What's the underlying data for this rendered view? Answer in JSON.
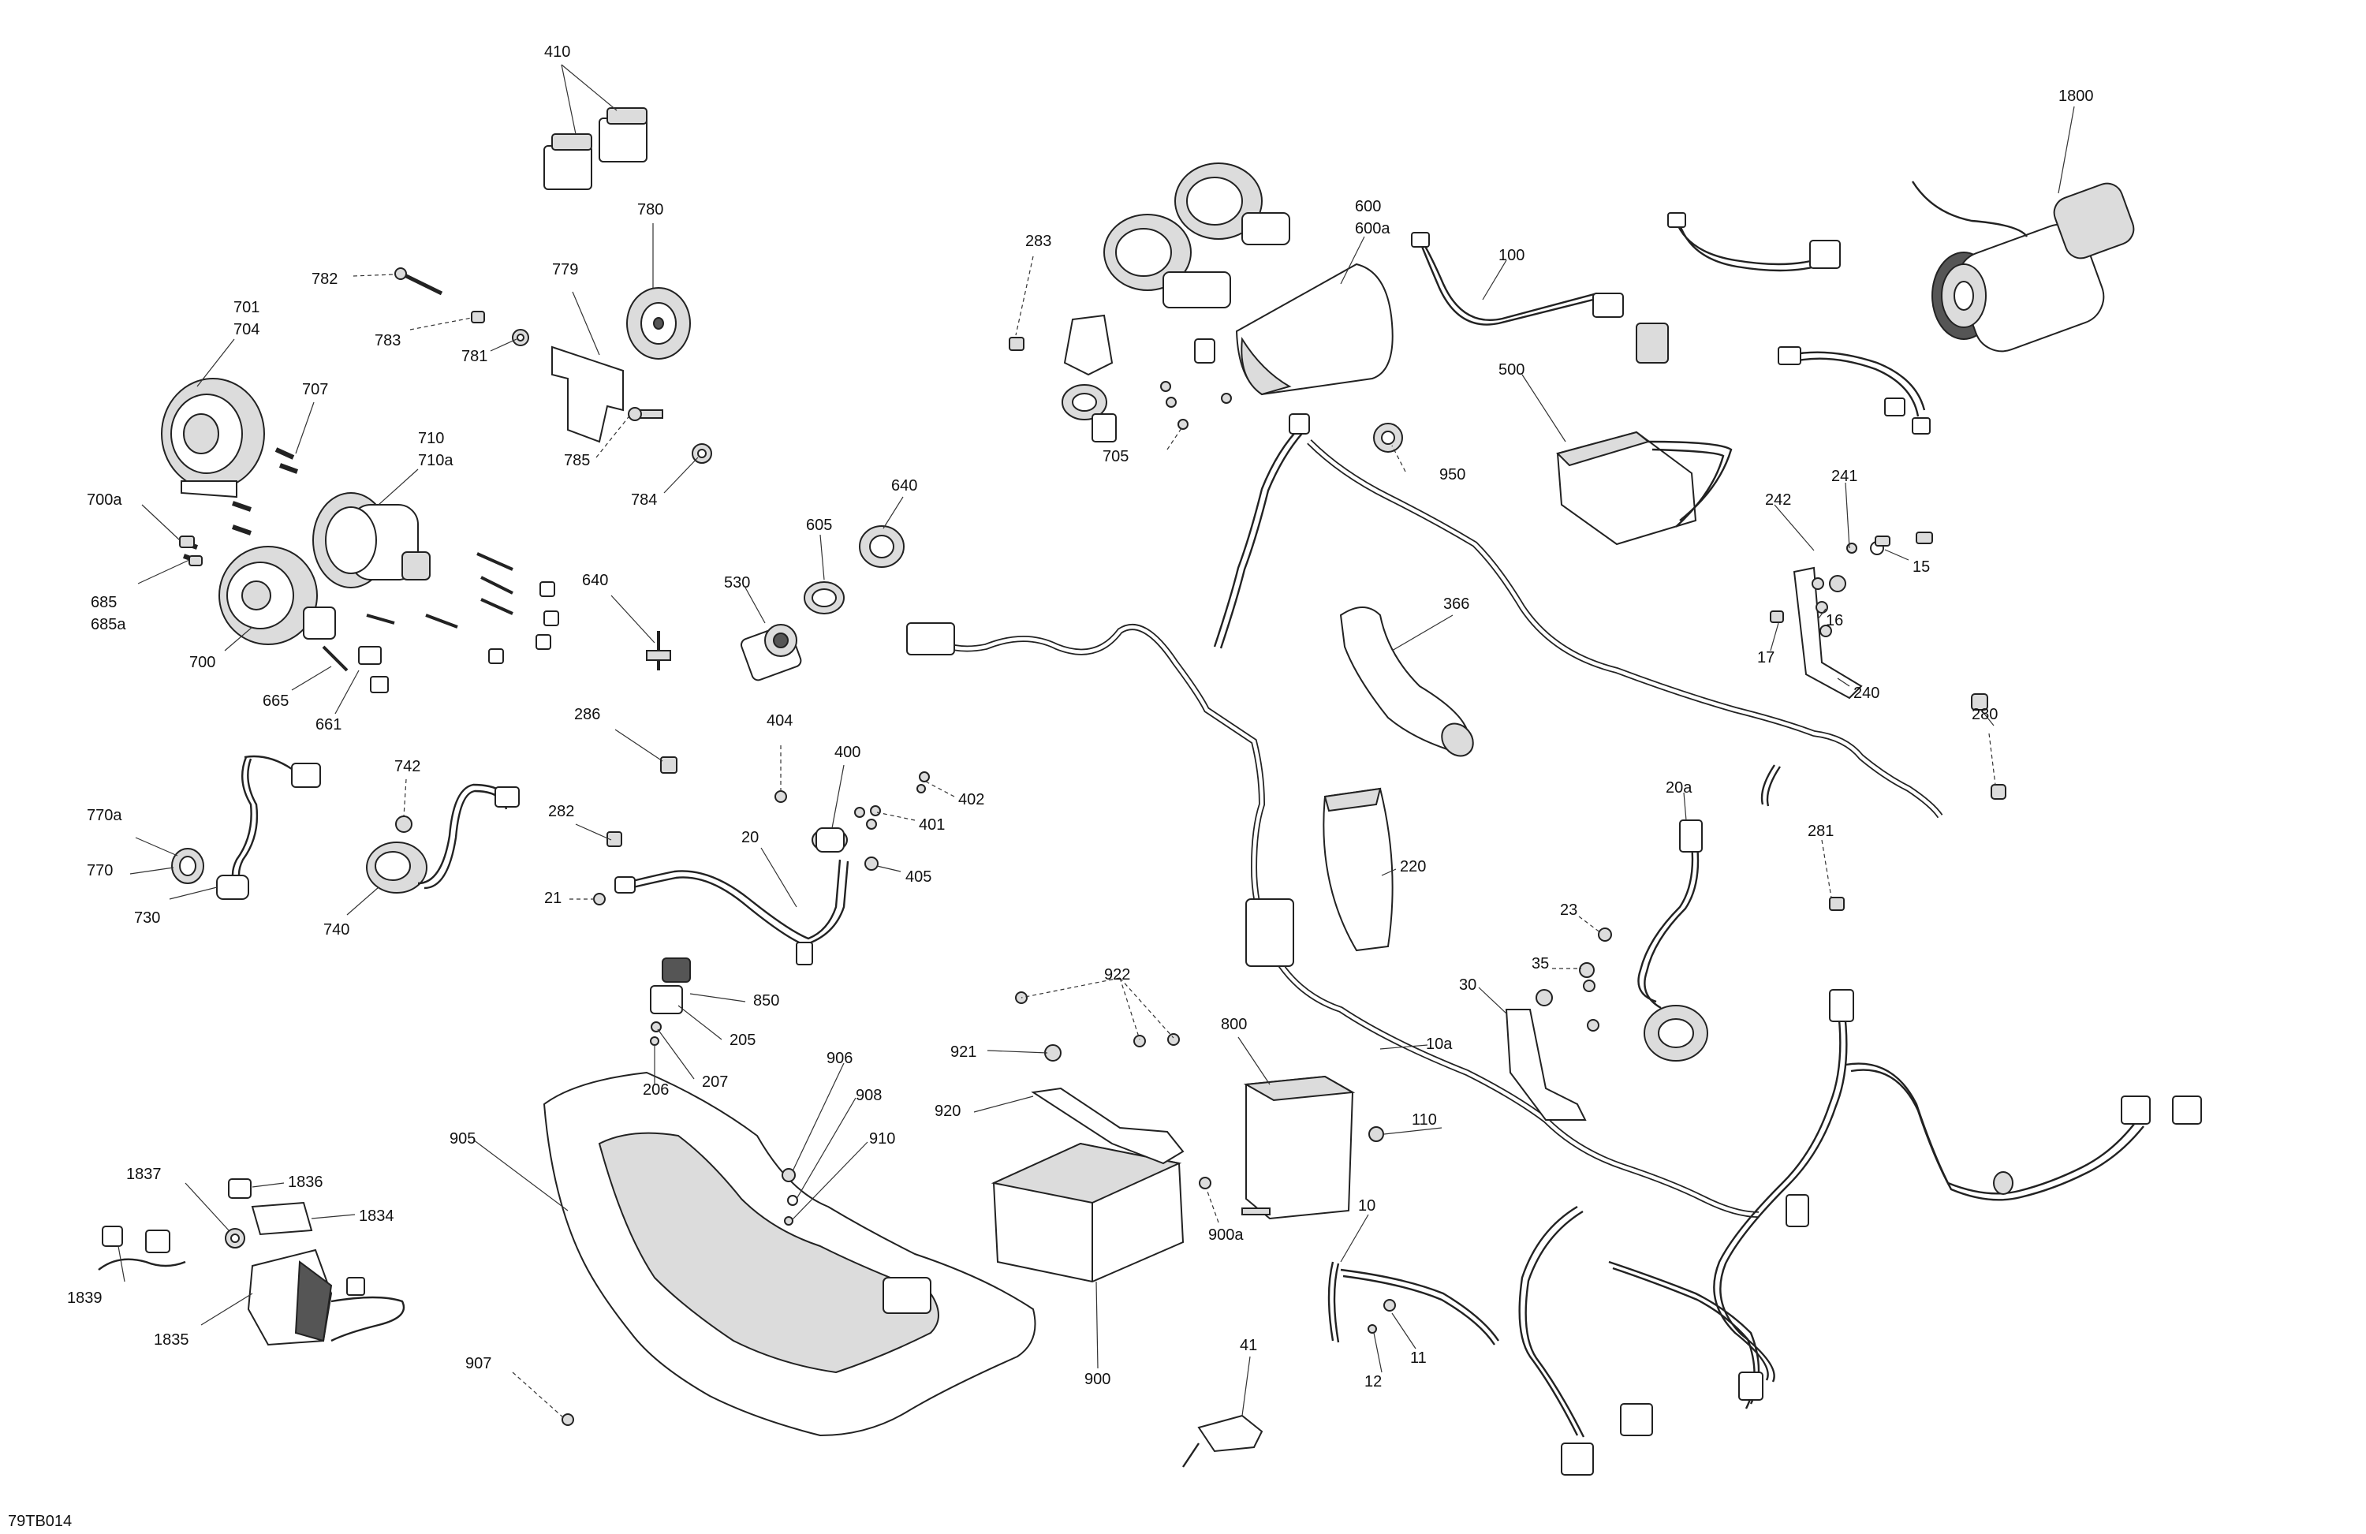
{
  "diagram": {
    "reference_code": "79TB014",
    "callouts": {
      "c410": "410",
      "c780": "780",
      "c779": "779",
      "c782": "782",
      "c783": "783",
      "c781": "781",
      "c785": "785",
      "c784": "784",
      "c701": "701",
      "c704": "704",
      "c707": "707",
      "c710": "710",
      "c710a": "710a",
      "c700a": "700a",
      "c685": "685",
      "c685a": "685a",
      "c700": "700",
      "c665": "665",
      "c661": "661",
      "c640a": "640",
      "c640b": "640",
      "c605": "605",
      "c530": "530",
      "c283": "283",
      "c600": "600",
      "c600a": "600a",
      "c100": "100",
      "c705": "705",
      "c950": "950",
      "c500": "500",
      "c1800": "1800",
      "c241": "241",
      "c242": "242",
      "c15": "15",
      "c16": "16",
      "c17": "17",
      "c240": "240",
      "c280": "280",
      "c366": "366",
      "c286": "286",
      "c404": "404",
      "c400": "400",
      "c402": "402",
      "c401": "401",
      "c405": "405",
      "c282": "282",
      "c20": "20",
      "c21": "21",
      "c742": "742",
      "c770a": "770a",
      "c770": "770",
      "c730": "730",
      "c740": "740",
      "c220": "220",
      "c20a": "20a",
      "c281": "281",
      "c23": "23",
      "c35": "35",
      "c30": "30",
      "c850": "850",
      "c205": "205",
      "c207": "207",
      "c206": "206",
      "c922": "922",
      "c921": "921",
      "c920": "920",
      "c906": "906",
      "c908": "908",
      "c910": "910",
      "c905": "905",
      "c800": "800",
      "c10a": "10a",
      "c110": "110",
      "c900a": "900a",
      "c900": "900",
      "c10": "10",
      "c11": "11",
      "c12": "12",
      "c41": "41",
      "c907": "907",
      "c1837": "1837",
      "c1836": "1836",
      "c1834": "1834",
      "c1839": "1839",
      "c1835": "1835"
    }
  }
}
